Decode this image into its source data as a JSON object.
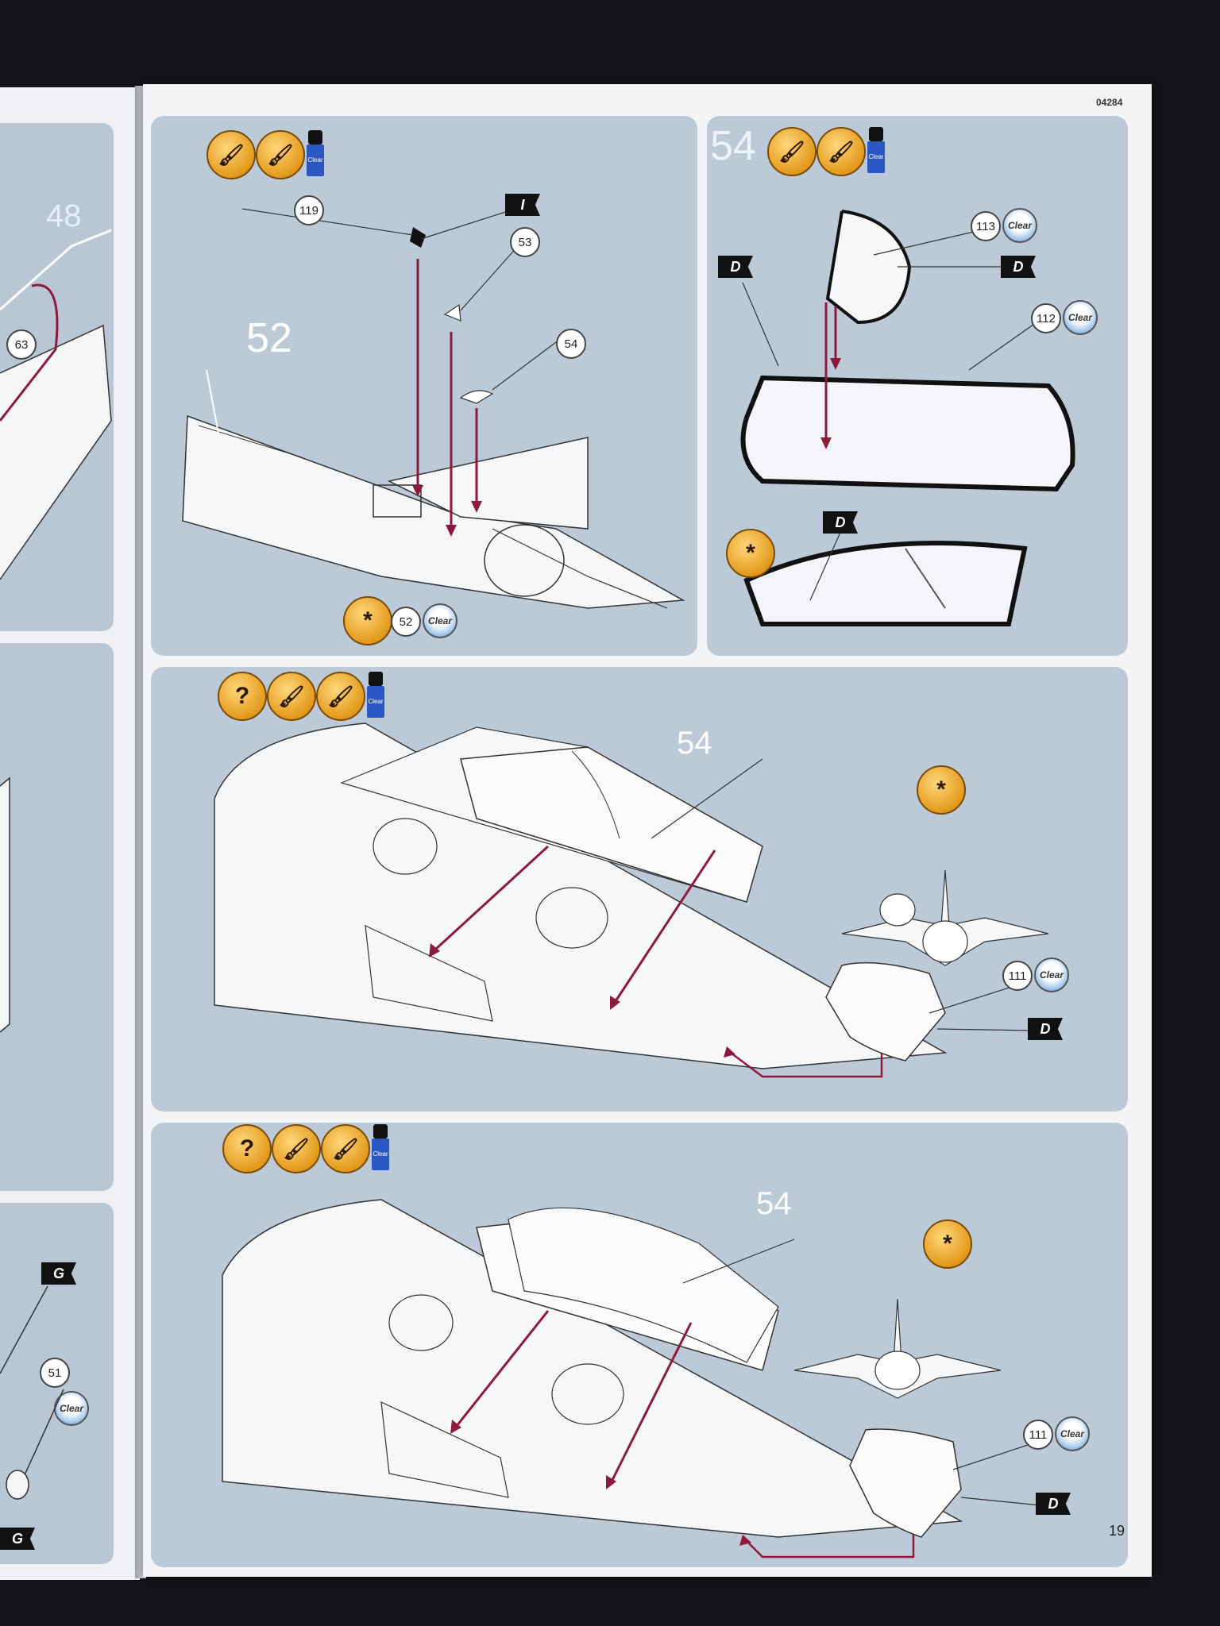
{
  "document": {
    "code": "04284",
    "page_number": "19"
  },
  "left_page": {
    "step_number": "48",
    "callouts": [
      "63",
      "51"
    ],
    "clear_label": "Clear",
    "flag_letter": "G"
  },
  "steps": [
    {
      "step_number": "52",
      "callouts": [
        "119",
        "53",
        "54",
        "52"
      ],
      "flag_letter": "I",
      "clear_label": "Clear"
    },
    {
      "step_number": "54",
      "callouts": [
        "113",
        "112"
      ],
      "flag_letter": "D",
      "clear_label": "Clear"
    },
    {
      "part_label": "54",
      "callouts": [
        "111"
      ],
      "flag_letter": "D",
      "clear_label": "Clear",
      "question_mark": "?"
    },
    {
      "part_label": "54",
      "callouts": [
        "111"
      ],
      "flag_letter": "D",
      "clear_label": "Clear",
      "question_mark": "?"
    }
  ],
  "icons": {
    "asterisk": "*",
    "bottle_label": "Clear"
  },
  "colors": {
    "panel_blue": "#bccad8",
    "arrow_maroon": "#8e1a3b",
    "icon_orange": "#e39a1c",
    "paint_blue": "#2b57c4"
  }
}
